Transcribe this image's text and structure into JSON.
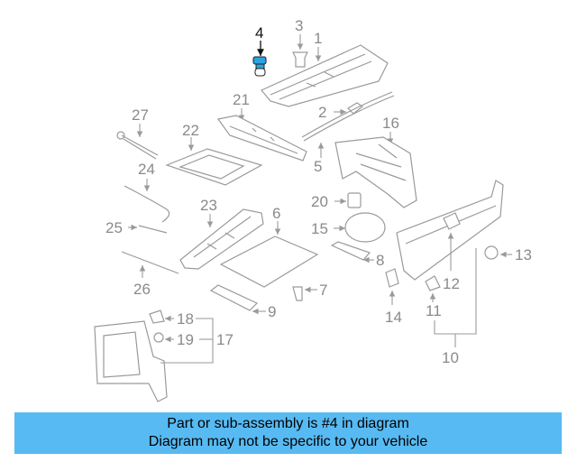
{
  "callouts": [
    {
      "id": "1",
      "text": "1"
    },
    {
      "id": "2",
      "text": "2"
    },
    {
      "id": "3",
      "text": "3"
    },
    {
      "id": "4",
      "text": "4"
    },
    {
      "id": "5",
      "text": "5"
    },
    {
      "id": "6",
      "text": "6"
    },
    {
      "id": "7",
      "text": "7"
    },
    {
      "id": "8",
      "text": "8"
    },
    {
      "id": "9",
      "text": "9"
    },
    {
      "id": "10",
      "text": "10"
    },
    {
      "id": "11",
      "text": "11"
    },
    {
      "id": "12",
      "text": "12"
    },
    {
      "id": "13",
      "text": "13"
    },
    {
      "id": "14",
      "text": "14"
    },
    {
      "id": "15",
      "text": "15"
    },
    {
      "id": "16",
      "text": "16"
    },
    {
      "id": "17",
      "text": "17"
    },
    {
      "id": "18",
      "text": "18"
    },
    {
      "id": "19",
      "text": "19"
    },
    {
      "id": "20",
      "text": "20"
    },
    {
      "id": "21",
      "text": "21"
    },
    {
      "id": "22",
      "text": "22"
    },
    {
      "id": "23",
      "text": "23"
    },
    {
      "id": "24",
      "text": "24"
    },
    {
      "id": "25",
      "text": "25"
    },
    {
      "id": "26",
      "text": "26"
    },
    {
      "id": "27",
      "text": "27"
    }
  ],
  "highlighted_part": "4",
  "colors": {
    "highlight": "#2aa3e0",
    "banner": "#58baf2",
    "line": "#9a9a9a"
  },
  "banner": {
    "line1": "Part or sub-assembly is #4 in diagram",
    "line2": "Diagram may not be specific to your vehicle"
  }
}
